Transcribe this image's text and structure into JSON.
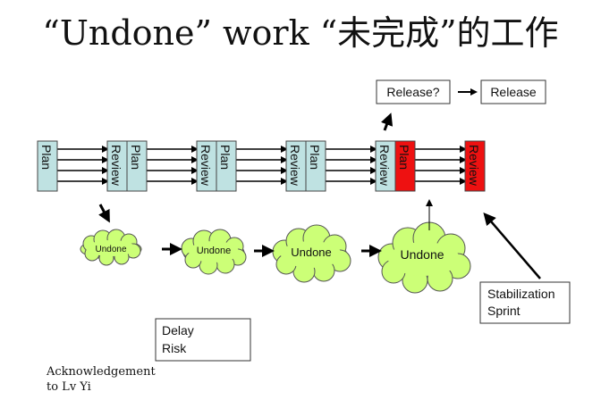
{
  "title": "“Undone” work “未完成”的工作",
  "labels": {
    "plan": "Plan",
    "review": "Review",
    "release_question": "Release?",
    "release": "Release",
    "undone": "Undone",
    "stabilization_line1": "Stabilization",
    "stabilization_line2": "Sprint",
    "delay_line1": "Delay",
    "delay_line2": "Risk",
    "ack_line1": "Acknowledgement",
    "ack_line2": "to Lv Yi"
  },
  "colors": {
    "box_teal": "#bfe2e2",
    "box_red": "#ee1111",
    "cloud_green": "#ccff77"
  }
}
